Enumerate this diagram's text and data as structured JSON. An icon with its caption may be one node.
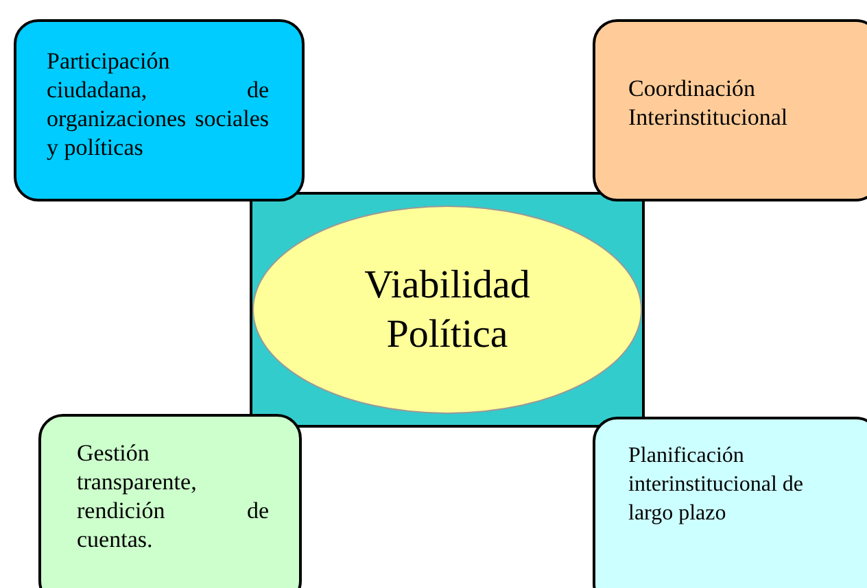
{
  "diagram": {
    "nodes": [
      {
        "text": [
          "Participación ciudadana, de organizaciones sociales y políticas"
        ]
      },
      {
        "text": [
          "Coordinación Interinstitucional"
        ]
      },
      {
        "text": [],
        "shape": "box"
      },
      {
        "text": [
          "Viabilidad Política"
        ],
        "in": 2
      },
      {
        "text": [
          "Gestión transparente, rendición de cuentas."
        ]
      },
      {
        "text": [
          "Planificación interinstitucional de largo plazo"
        ]
      }
    ]
  }
}
